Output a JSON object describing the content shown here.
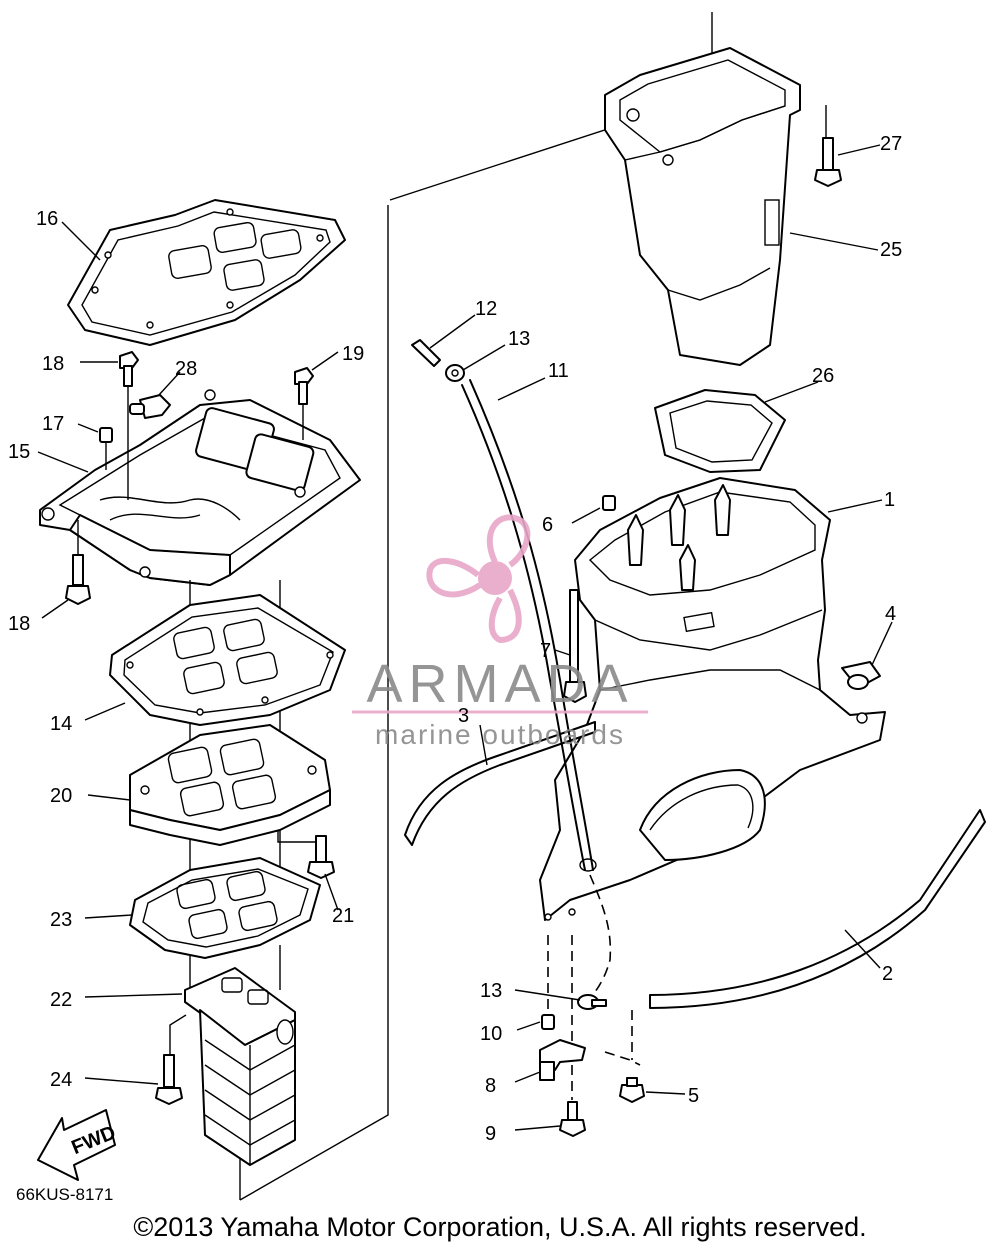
{
  "diagram": {
    "part_code": "66KUS-8171",
    "copyright": "©2013 Yamaha Motor Corporation, U.S.A. All rights reserved.",
    "fwd_label": "FWD",
    "watermark": {
      "brand": "ARMADA",
      "tagline": "marine outboards",
      "color": "#e9a7c9"
    },
    "callouts": [
      "1",
      "2",
      "3",
      "4",
      "5",
      "6",
      "7",
      "8",
      "9",
      "10",
      "11",
      "12",
      "13",
      "13",
      "14",
      "15",
      "16",
      "17",
      "18",
      "18",
      "19",
      "20",
      "21",
      "22",
      "23",
      "24",
      "25",
      "26",
      "27",
      "28"
    ]
  }
}
